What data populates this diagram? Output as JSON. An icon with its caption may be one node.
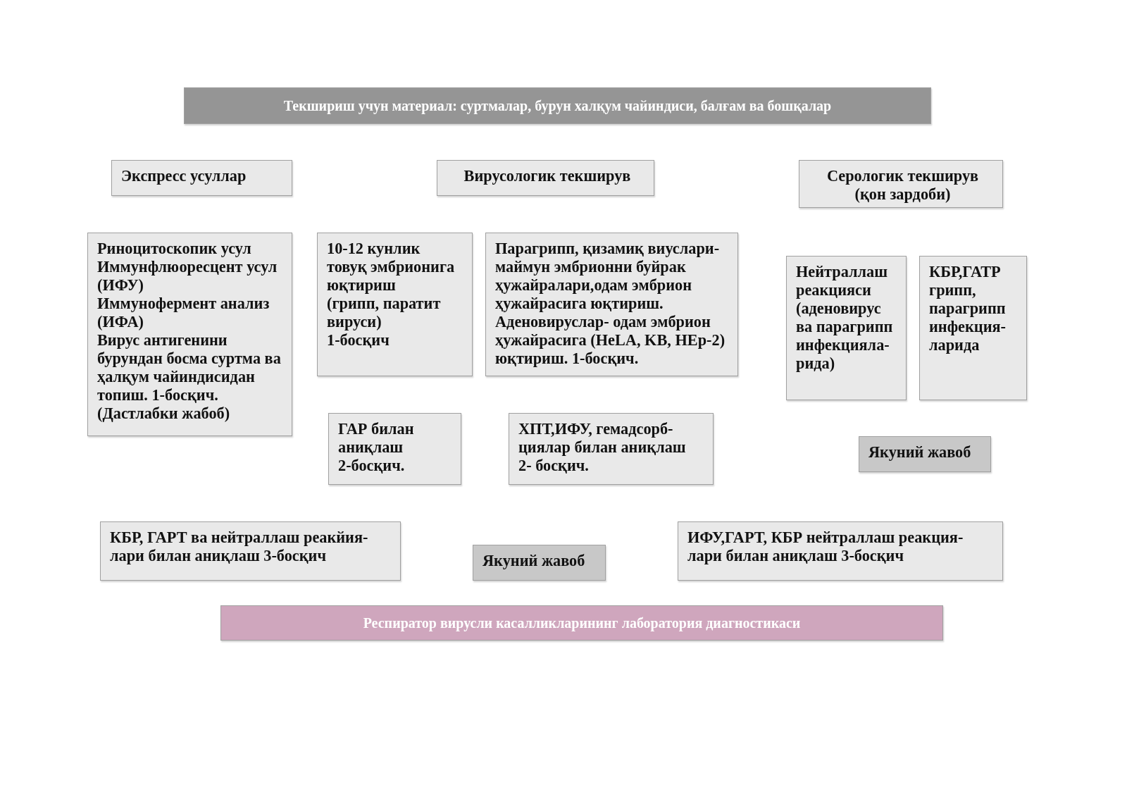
{
  "diagram": {
    "nodes": [
      {
        "text": [
          "Текшириш учун материал: суртмалар, бурун халқум чайиндиси, балғам ва бошқалар"
        ]
      },
      {
        "text": [
          "Экспресс усуллар"
        ]
      },
      {
        "text": [
          "Вирусологик текширув"
        ]
      },
      {
        "text": [
          "Серологик текширув (қон зардоби)"
        ]
      },
      {
        "text": [
          "Риноцитоскопик усул",
          "Иммунфлюоресцент усул (ИФУ)",
          "Иммунофермент анализ (ИФА)",
          "Вирус антигенини бурундан босма суртма ва ҳалқум чайиндисидан топиш. 1-босқич.",
          "(Дастлабки жабоб)"
        ]
      },
      {
        "text": [
          "10-12 кунлик",
          "товуқ эмбрионига юқтириш",
          "(грипп, паратит вируси)",
          "1-босқич"
        ]
      },
      {
        "text": [
          "Парагрипп, қизамиқ виуслари- маймун эмбрионни буйрак ҳужайралари,одам эмбрион ҳужайрасига юқтириш. Аденовируслар- одам эмбрион ҳужайрасига (HeLA, KB, HEp-2) юқтириш. 1-босқич."
        ]
      },
      {
        "text": [
          "Нейтраллаш реакцияси (аденовирус ва парагрипп инфекцияла- рида)"
        ]
      },
      {
        "text": [
          "КБР,ГАТР грипп, парагрипп инфекция- ларида"
        ]
      },
      {
        "text": [
          "ГАР билан аниқлаш",
          "2-босқич."
        ]
      },
      {
        "text": [
          "ХПТ,ИФУ, гемадсорб- циялар билан аниқлаш",
          "2- босқич."
        ]
      },
      {
        "text": [
          "Якуний жавоб"
        ]
      },
      {
        "text": [
          "КБР, ГАРТ ва нейтраллаш реакйия- лари билан аниқлаш 3-босқич"
        ]
      },
      {
        "text": [
          "Якуний жавоб"
        ]
      },
      {
        "text": [
          "ИФУ,ГАРТ, КБР нейтраллаш реакция- лари билан аниқлаш 3-босқич"
        ]
      },
      {
        "text": [
          "Респиратор вирусли касалликларининг лаборатория диагностикаси"
        ]
      }
    ]
  }
}
